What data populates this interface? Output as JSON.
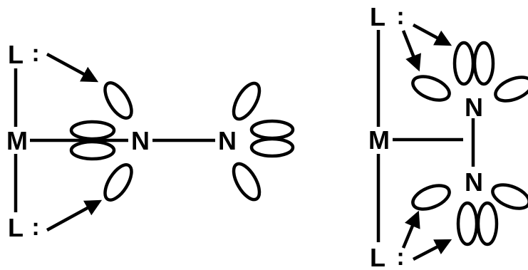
{
  "labels": {
    "metal": "M",
    "ligand": "L",
    "nitrogen": "N",
    "lone_pair": ":"
  },
  "colors": {
    "ink": "#000000",
    "background": "#ffffff"
  }
}
